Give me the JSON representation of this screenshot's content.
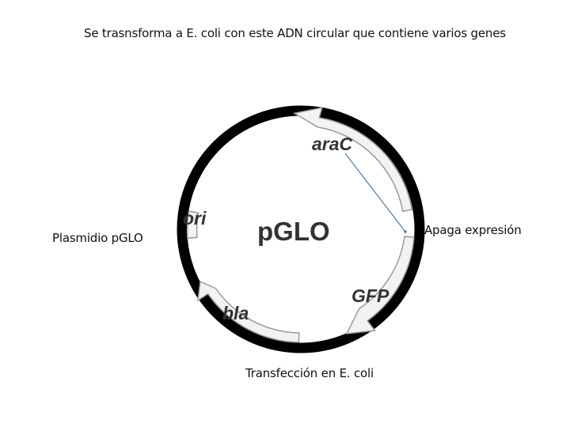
{
  "title": "Se trasnsforma a E. coli con este ADN circular que contiene varios genes",
  "plasmid_name": "pGLO",
  "genes": {
    "arac": "araC",
    "ori": "ori",
    "gfp": "GFP",
    "bla": "bla"
  },
  "annotations": {
    "plasmid": "Plasmidio pGLO",
    "repression": "Apaga expresión",
    "transfection": "Transfección en E. coli"
  },
  "colors": {
    "backbone": "#000000",
    "gene_fill": "#f2f2f2",
    "gene_stroke": "#9a9a9a",
    "pointer": "#5a7fa6"
  }
}
